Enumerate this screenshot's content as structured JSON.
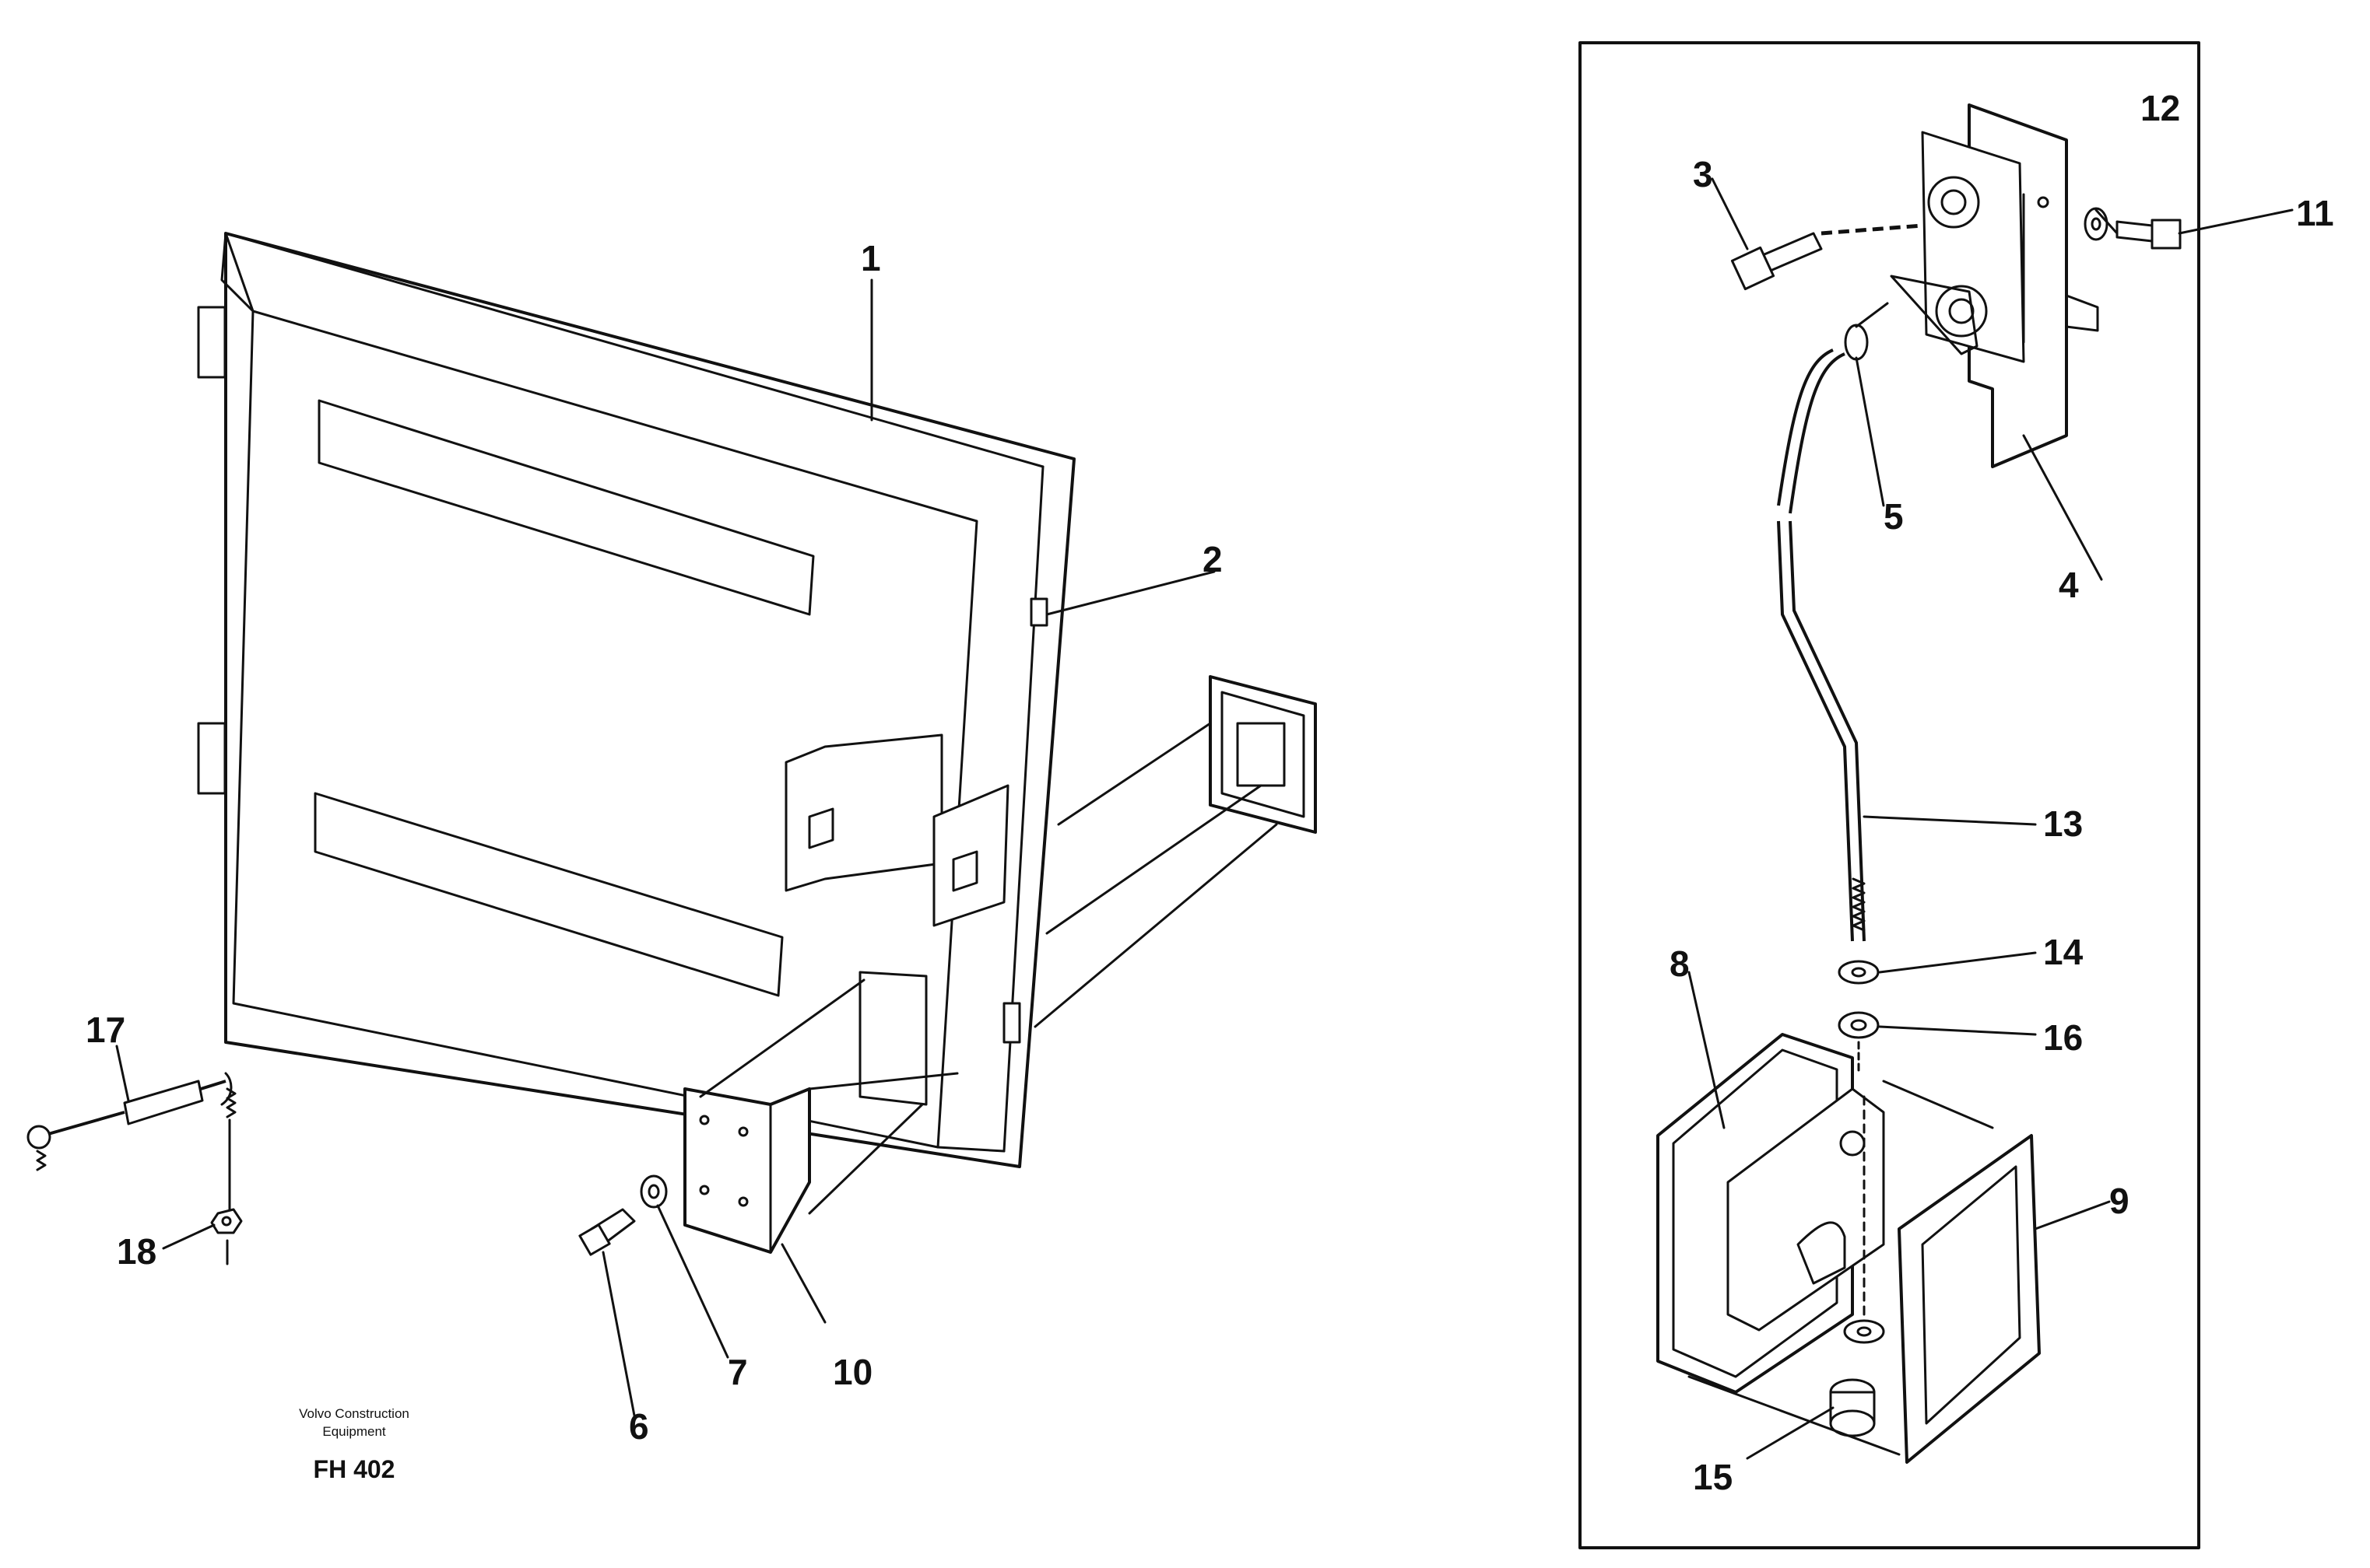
{
  "callouts": {
    "c1": "1",
    "c2": "2",
    "c3": "3",
    "c4": "4",
    "c5": "5",
    "c6": "6",
    "c7": "7",
    "c8": "8",
    "c9": "9",
    "c10": "10",
    "c11": "11",
    "c12": "12",
    "c13": "13",
    "c14": "14",
    "c15": "15",
    "c16": "16",
    "c17": "17",
    "c18": "18"
  },
  "credit": {
    "line1": "Volvo Construction",
    "line2": "Equipment",
    "code": "FH 402"
  }
}
